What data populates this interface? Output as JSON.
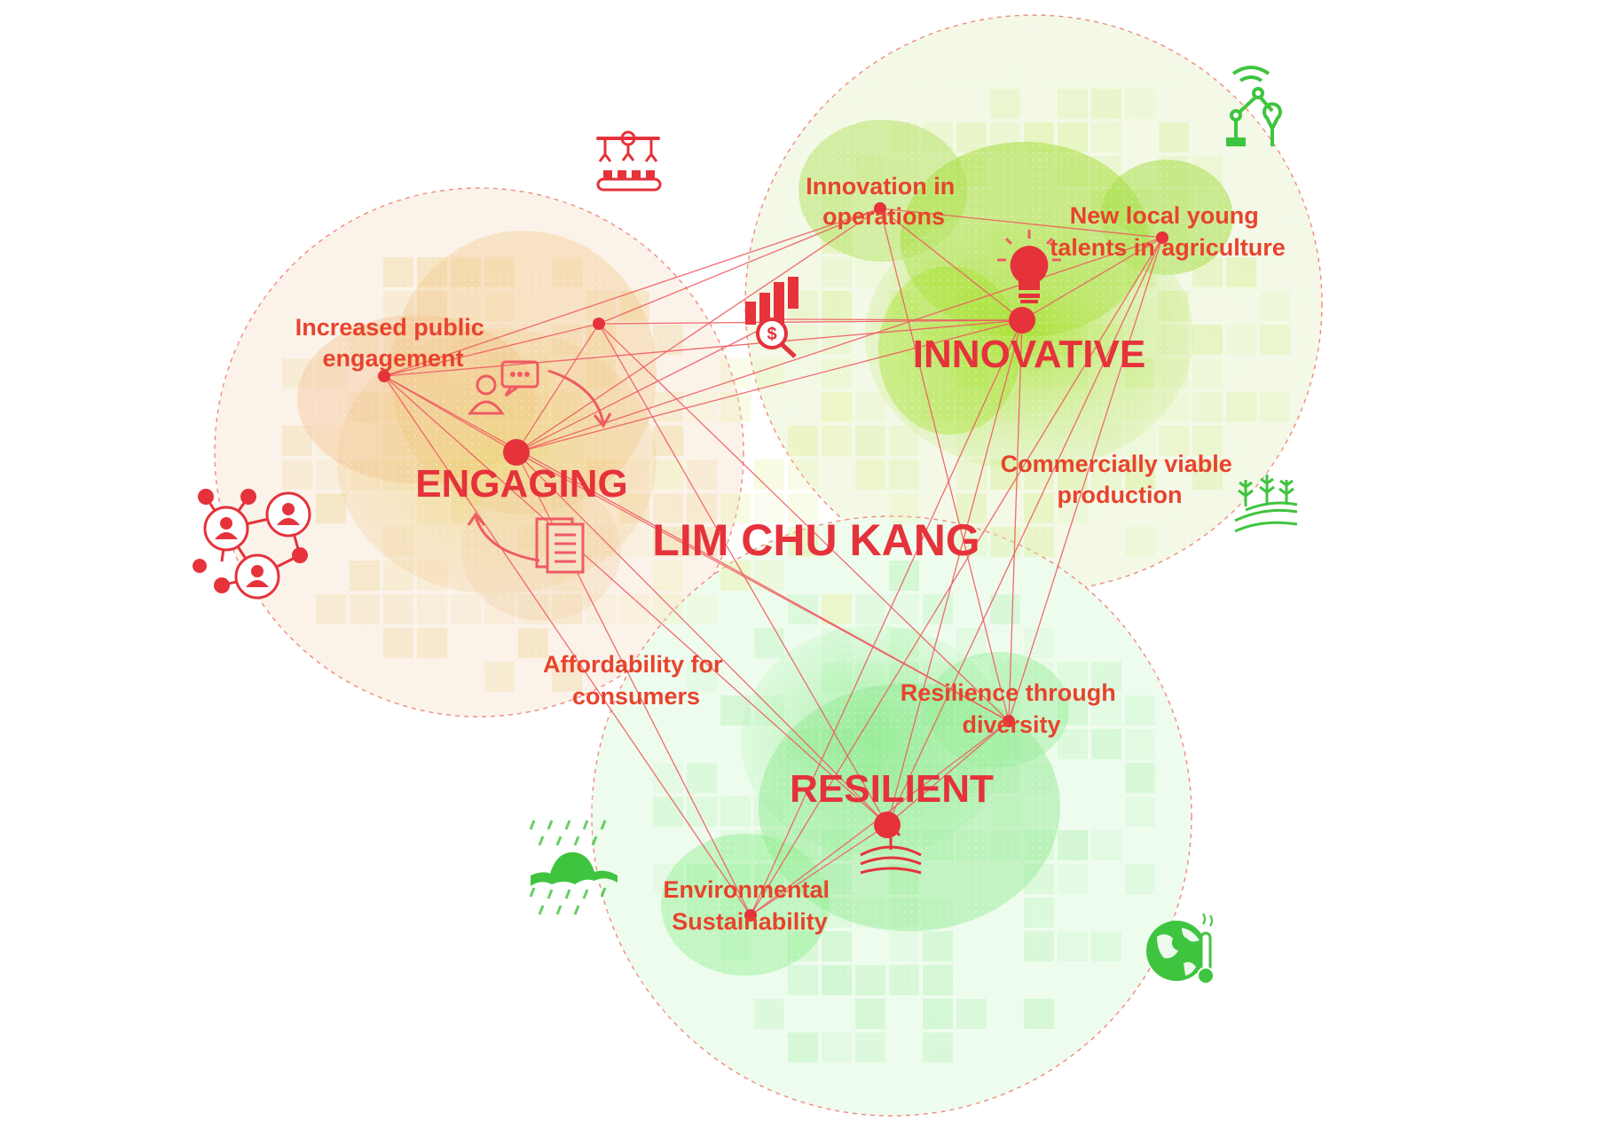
{
  "title": "LIM CHU KANG",
  "pillars": {
    "engaging": "ENGAGING",
    "innovative": "INNOVATIVE",
    "resilient": "RESILIENT"
  },
  "outcomes": {
    "public_engagement": [
      "Increased public",
      "engagement"
    ],
    "innovation_operations": [
      "Innovation in",
      "operations"
    ],
    "young_talents": [
      "New local young",
      "talents in agriculture"
    ],
    "commercial_production": [
      "Commercially viable",
      "production"
    ],
    "affordability": [
      "Affordability for",
      "consumers"
    ],
    "resilience_diversity": [
      "Resilience through",
      "diversity"
    ],
    "sustainability": [
      "Environmental",
      "Sustainability"
    ]
  },
  "colors": {
    "accent_red": "#e5323b",
    "label_orange": "#e8432d",
    "engaging_zone": "#f2c98a",
    "innovative_zone": "#b5e34a",
    "resilient_zone": "#8cf08c",
    "icon_green": "#3fc43f"
  },
  "icons": {
    "engaging_top": "conveyor-robot-arms-icon",
    "engaging_left": "people-network-icon",
    "engaging_center_a": "person-chat-icon",
    "engaging_center_b": "document-icon",
    "engaging_cycle": "curved-arrows-icon",
    "innovative_top": "robotic-arm-icon",
    "innovative_center": "light-bulb-icon",
    "innovative_right": "crop-field-icon",
    "innovative_between": "finance-chart-icon",
    "resilient_left": "flood-rain-icon",
    "resilient_right": "globe-thermometer-icon",
    "resilient_center": "rise-above-waves-icon"
  }
}
